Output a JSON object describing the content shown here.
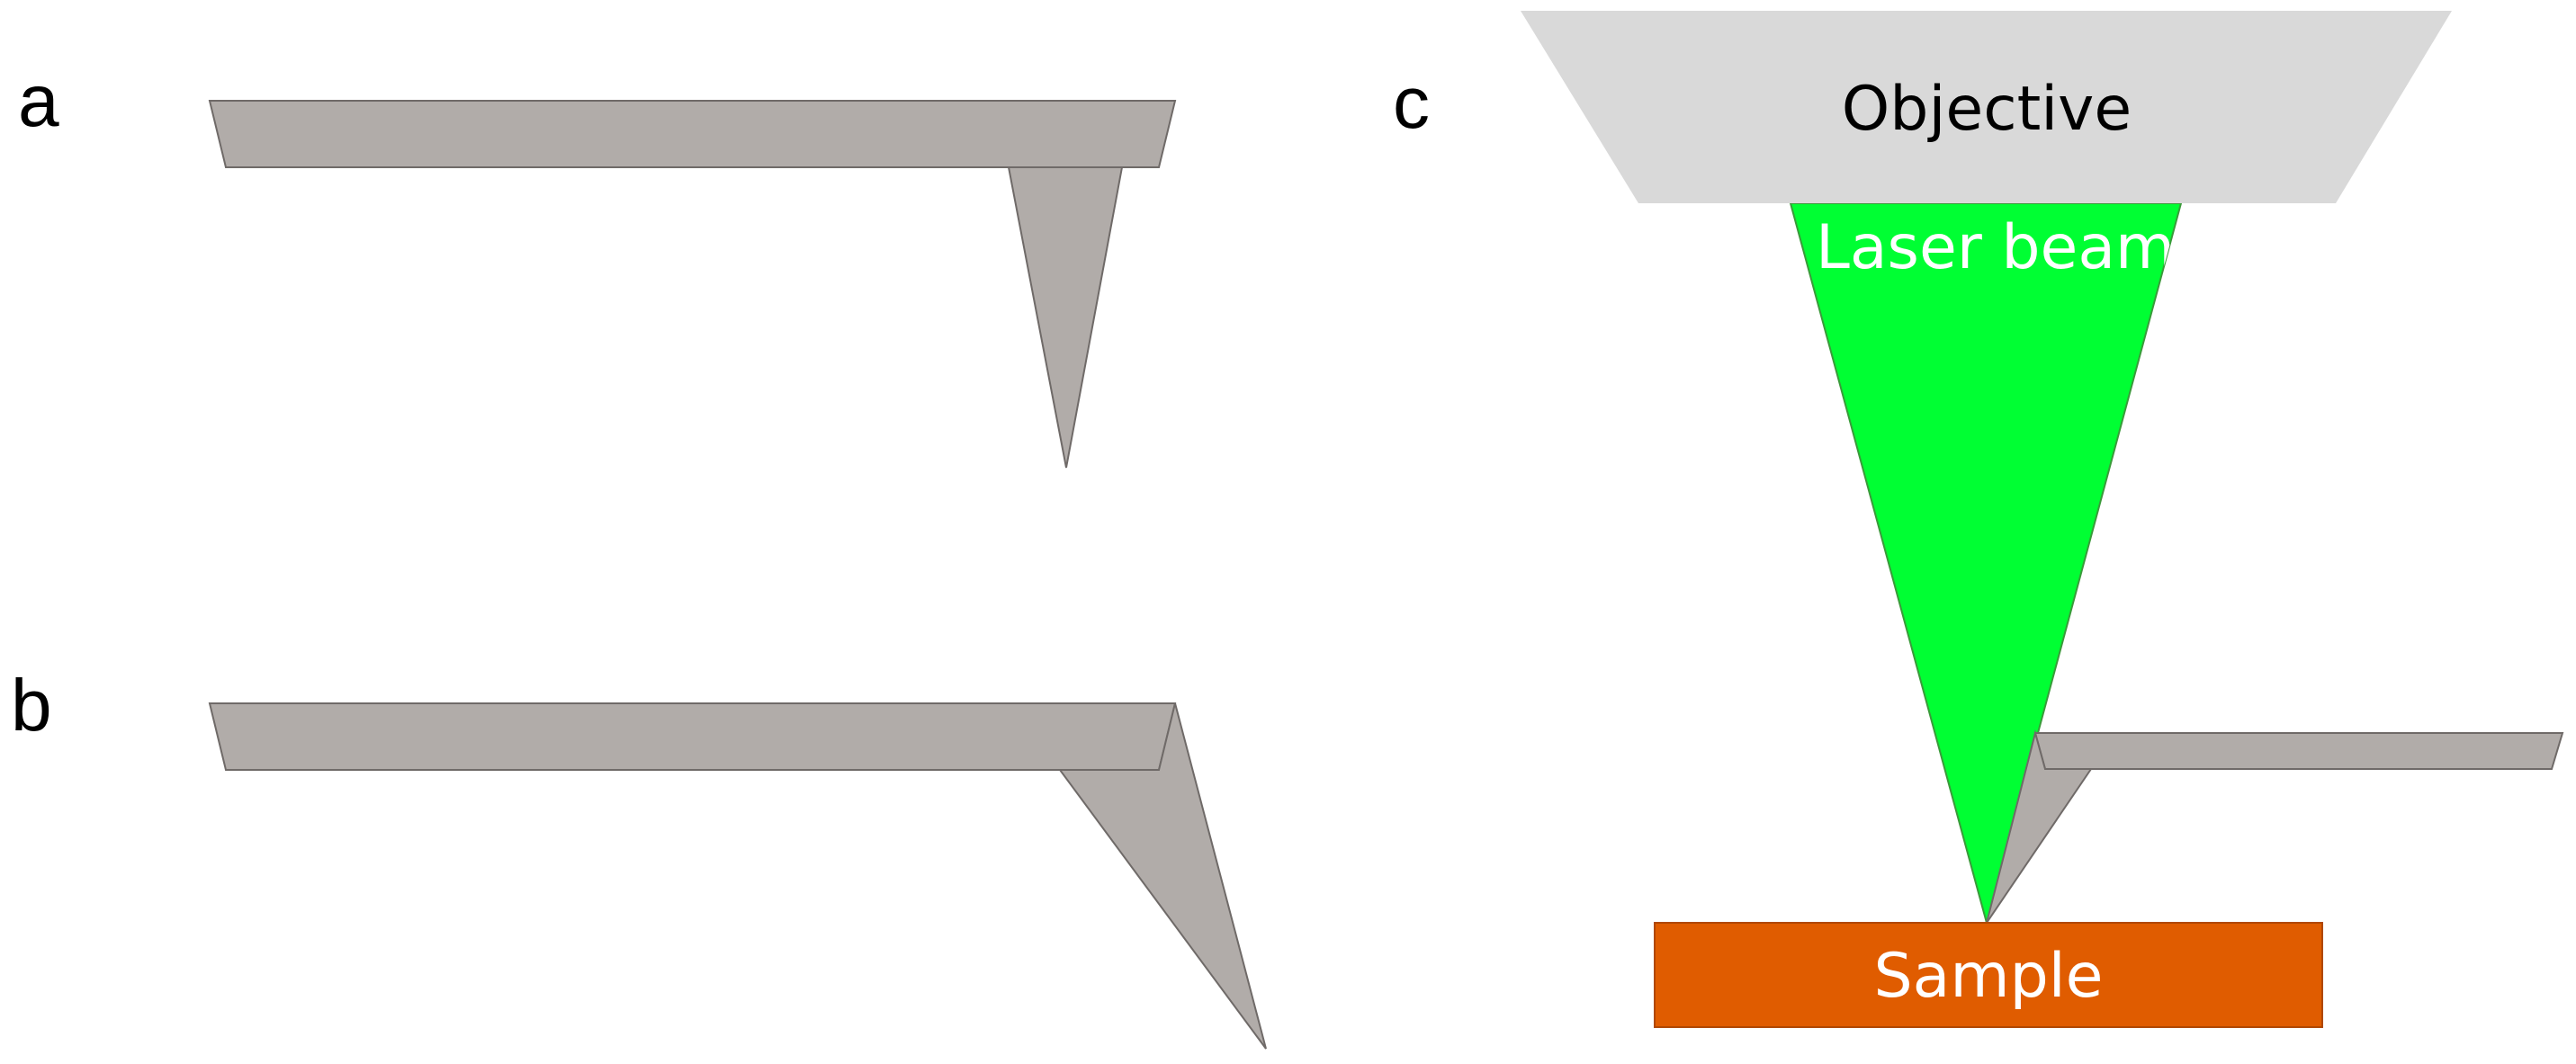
{
  "panels": {
    "a": {
      "letter": "a"
    },
    "b": {
      "letter": "b"
    },
    "c": {
      "letter": "c",
      "objective_label": "Objective",
      "laser_label": "Laser beam",
      "sample_label": "Sample"
    }
  },
  "colors": {
    "cantilever": "#b1aca9",
    "objective": "#d9d9d9",
    "laser": "#00ff33",
    "sample": "#e05c00",
    "sample_text": "#ffffff",
    "laser_text": "#ffffff",
    "objective_text": "#000000"
  }
}
